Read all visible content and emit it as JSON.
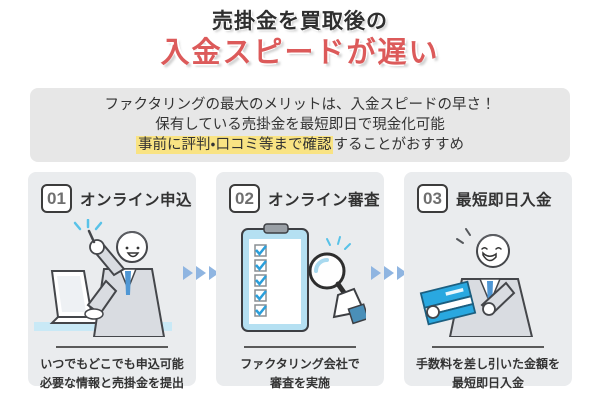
{
  "title": {
    "line1": "売掛金を買取後の",
    "line2": "入金スピードが遅い"
  },
  "summary": {
    "line1": "ファクタリングの最大のメリットは、入金スピードの早さ！",
    "line2": "保有している売掛金を最短即日で現金化可能",
    "line3_highlight": "事前に評判・口コミ等まで確認",
    "line3_rest": "することがおすすめ"
  },
  "steps": [
    {
      "number": "01",
      "title": "オンライン申込",
      "caption_line1": "いつでもどこでも申込可能",
      "caption_line2": "必要な情報と売掛金を提出",
      "icon": "man-pointing-with-laptop-illustration"
    },
    {
      "number": "02",
      "title": "オンライン審査",
      "caption_line1": "ファクタリング会社で",
      "caption_line2": "審査を実施",
      "icon": "checklist-clipboard-magnifier-illustration"
    },
    {
      "number": "03",
      "title": "最短即日入金",
      "caption_line1": "手数料を差し引いた金額を",
      "caption_line2": "最短即日入金",
      "icon": "man-holding-passbook-illustration"
    }
  ],
  "colors": {
    "title_accent_red": "#dc5a5a",
    "highlight_yellow": "#f9e383",
    "summary_bg_gray": "#e7e7e7",
    "card_bg_gray": "#eaecee",
    "arrow_blue": "#8fb5e1",
    "illustration_blue": "#29a8e0"
  }
}
